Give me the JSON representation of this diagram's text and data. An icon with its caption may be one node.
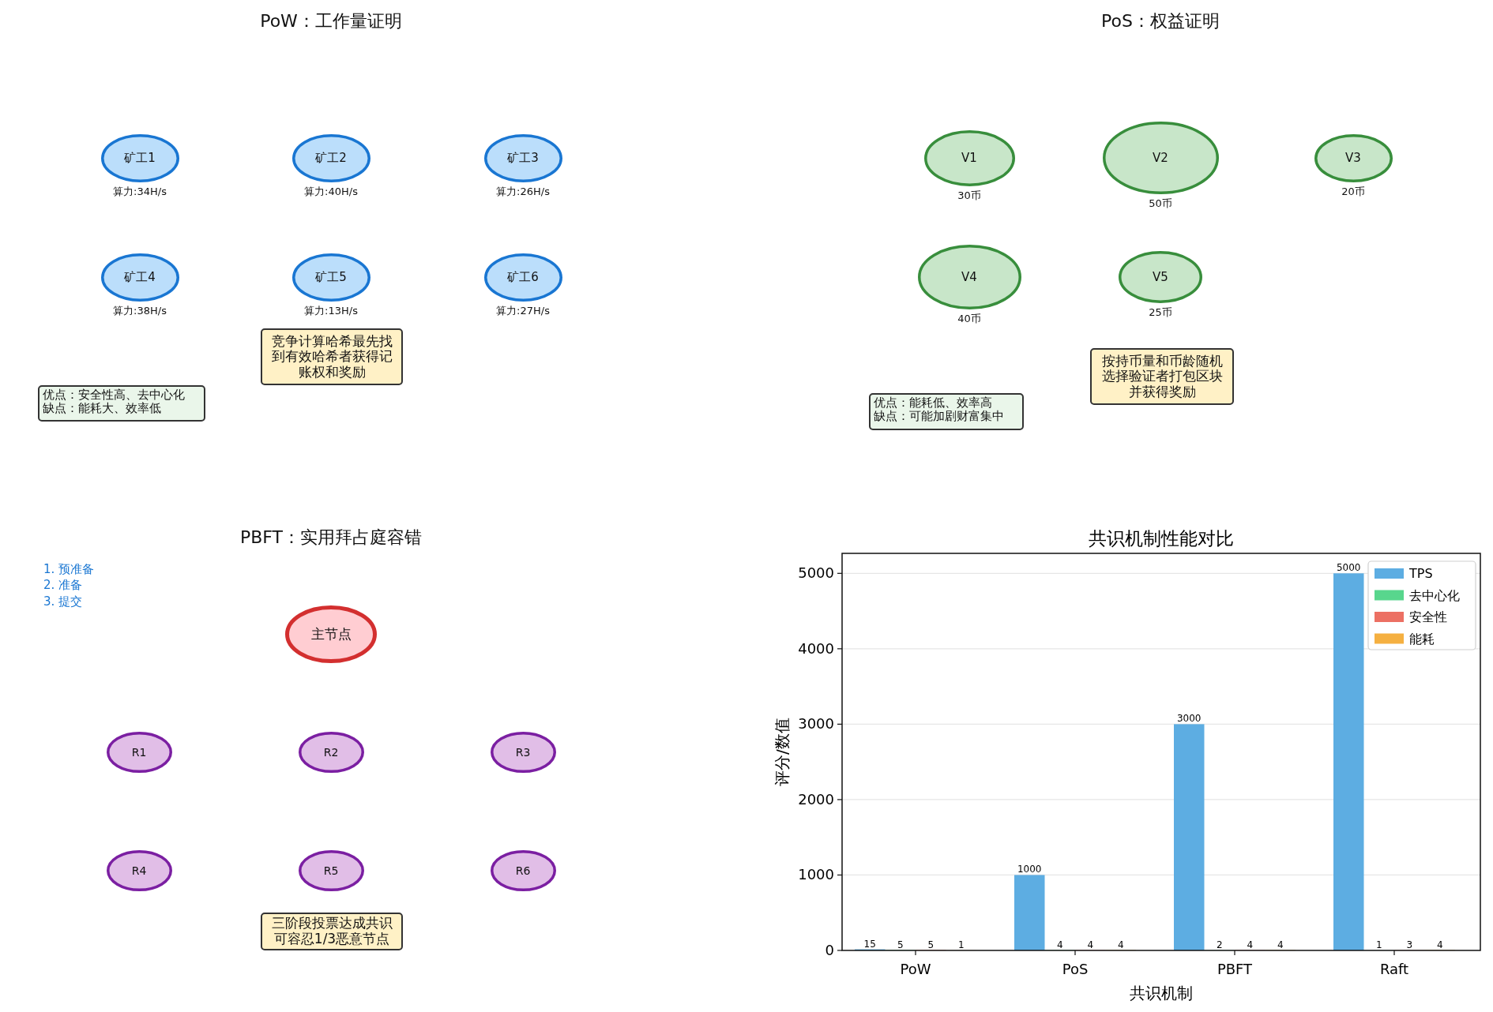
{
  "diagram": {
    "nodes": [
      {
        "text": [
          "矿工1"
        ],
        "beside": [
          "算力:34H/s"
        ]
      },
      {
        "text": [
          "矿工2"
        ],
        "beside": [
          "算力:40H/s"
        ]
      },
      {
        "text": [
          "矿工3"
        ],
        "beside": [
          "算力:26H/s"
        ]
      },
      {
        "text": [
          "矿工4"
        ],
        "beside": [
          "算力:38H/s"
        ]
      },
      {
        "text": [
          "矿工5"
        ],
        "beside": [
          "算力:13H/s"
        ]
      },
      {
        "text": [
          "矿工6"
        ],
        "beside": [
          "算力:27H/s"
        ]
      },
      {
        "text": [
          "竞争计算哈希最先找到有效哈希者获得记账权和奖励"
        ]
      },
      {
        "text": [
          "优点：安全性高、去中心化",
          "缺点：能耗大、效率低"
        ]
      },
      {
        "text": [
          "V1"
        ],
        "beside": [
          "30币"
        ]
      },
      {
        "text": [
          "V2"
        ],
        "beside": [
          "50币"
        ]
      },
      {
        "text": [
          "V3"
        ],
        "beside": [
          "20币"
        ]
      },
      {
        "text": [
          "V4"
        ],
        "beside": [
          "40币"
        ]
      },
      {
        "text": [
          "V5"
        ],
        "beside": [
          "25币"
        ]
      },
      {
        "text": [
          "按持币量和币龄随机选择验证者打包区块并获得奖励"
        ]
      },
      {
        "text": [
          "优点：能耗低、效率高",
          "缺点：可能加剧财富集中"
        ]
      },
      {
        "text": [
          "主节点"
        ]
      },
      {
        "text": [
          "R1"
        ]
      },
      {
        "text": [
          "R2"
        ]
      },
      {
        "text": [
          "R3"
        ]
      },
      {
        "text": [
          "R4"
        ]
      },
      {
        "text": [
          "R5"
        ]
      },
      {
        "text": [
          "R6"
        ]
      },
      {
        "text": [
          "三阶段投票达成共识可容忍1/3恶意节点"
        ]
      }
    ],
    "edges": [],
    "labels": [
      "PoW：工作量证明",
      "PoS：权益证明",
      "PBFT：实用拜占庭容错",
      "1. 预准备",
      "2. 准备",
      "3. 提交"
    ],
    "chart_data": {
      "type": "bar",
      "title": "共识机制性能对比",
      "xlabel": "共识机制",
      "ylabel": "评分/数值",
      "categories": [
        "PoW",
        "PoS",
        "PBFT",
        "Raft"
      ],
      "series": [
        {
          "name": "TPS",
          "color": "#5dade2",
          "values": [
            15,
            1000,
            3000,
            5000
          ]
        },
        {
          "name": "去中心化",
          "color": "#58d68d",
          "values": [
            5,
            4,
            2,
            1
          ]
        },
        {
          "name": "安全性",
          "color": "#ec7063",
          "values": [
            5,
            4,
            4,
            3
          ]
        },
        {
          "name": "能耗",
          "color": "#f5b041",
          "values": [
            1,
            4,
            4,
            4
          ]
        }
      ],
      "ylim": [
        0,
        5265
      ],
      "grid": true,
      "legend": "upper right",
      "yticks": [
        0,
        1000,
        2000,
        3000,
        4000,
        5000
      ],
      "data_labels": true
    }
  }
}
